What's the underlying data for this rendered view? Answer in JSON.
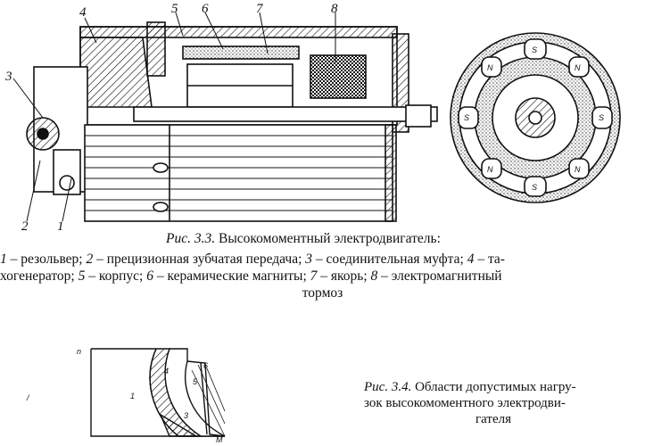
{
  "figure_3_3": {
    "labels": [
      "1",
      "2",
      "3",
      "4",
      "5",
      "6",
      "7",
      "8"
    ],
    "caption_prefix": "Рис. 3.3.",
    "caption_title": "Высокомоментный электродвигатель:",
    "legend": [
      {
        "num": "1",
        "text": " – резольвер; "
      },
      {
        "num": "2",
        "text": " – прецизионная зубчатая передача; "
      },
      {
        "num": "3",
        "text": " – соединительная муфта; "
      },
      {
        "num": "4",
        "text": " – та-"
      }
    ],
    "legend_line2": [
      {
        "num": "",
        "text": "хогенератор; "
      },
      {
        "num": "5",
        "text": " – корпус; "
      },
      {
        "num": "6",
        "text": " – керамические магниты; "
      },
      {
        "num": "7",
        "text": " – якорь; "
      },
      {
        "num": "8",
        "text": " – электромагнитный"
      }
    ],
    "legend_line3": "тормоз",
    "end_view_labels": [
      "S",
      "N",
      "S",
      "N",
      "S",
      "N",
      "S",
      "N"
    ]
  },
  "figure_3_4": {
    "axis_y": "n",
    "axis_x": "M",
    "regions": [
      "1",
      "4",
      "5",
      "6",
      "3"
    ],
    "side_mark": "/",
    "caption_prefix": "Рис. 3.4.",
    "caption_line1": "Области допустимых нагру-",
    "caption_line2": "зок высокомоментного электродви-",
    "caption_line3": "гателя"
  }
}
